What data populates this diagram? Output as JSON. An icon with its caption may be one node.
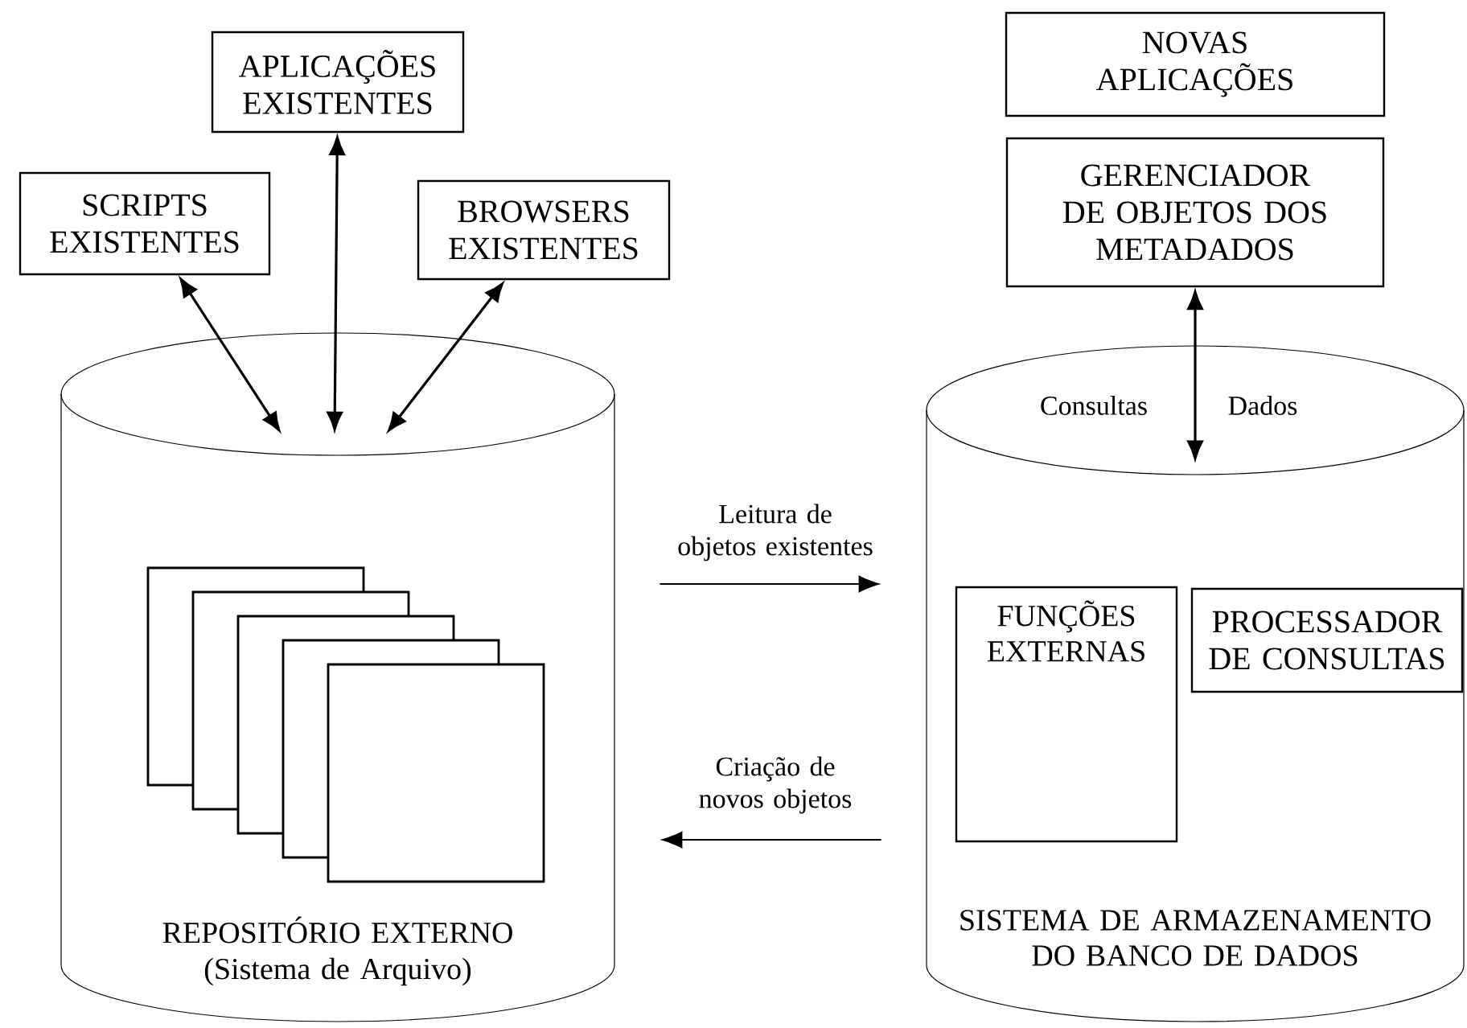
{
  "diagram": {
    "nodes": [
      {
        "text": [
          "SCRIPTS EXISTENTES"
        ]
      },
      {
        "text": [
          "APLICAÇÕES EXISTENTES"
        ]
      },
      {
        "text": [
          "BROWSERS EXISTENTES"
        ]
      },
      {
        "text": [
          "REPOSITÓRIO EXTERNO",
          "(Sistema de Arquivo)"
        ]
      },
      {
        "text": [
          "NOVAS APLICAÇÕES"
        ]
      },
      {
        "text": [
          "GERENCIADOR DE OBJETOS DOS METADADOS"
        ]
      },
      {
        "text": [
          "SISTEMA DE ARMAZENAMENTO DO BANCO DE DADOS"
        ]
      },
      {
        "text": [
          "FUNÇÕES EXTERNAS"
        ],
        "in": 6
      },
      {
        "text": [
          "PROCESSADOR DE CONSULTAS"
        ],
        "in": 6
      }
    ],
    "edges": [
      {
        "from": 0,
        "to": 3,
        "arrow": "both"
      },
      {
        "from": 1,
        "to": 3,
        "arrow": "both"
      },
      {
        "from": 2,
        "to": 3,
        "arrow": "both"
      },
      {
        "from": 5,
        "to": 6,
        "arrow": "both"
      },
      {
        "from": 3,
        "to": 6,
        "arrow": "to",
        "label": "Leitura de objetos existentes"
      },
      {
        "from": 6,
        "to": 3,
        "arrow": "to",
        "label": "Criação de novos objetos"
      }
    ],
    "labels": [
      "Consultas",
      "Dados"
    ]
  }
}
